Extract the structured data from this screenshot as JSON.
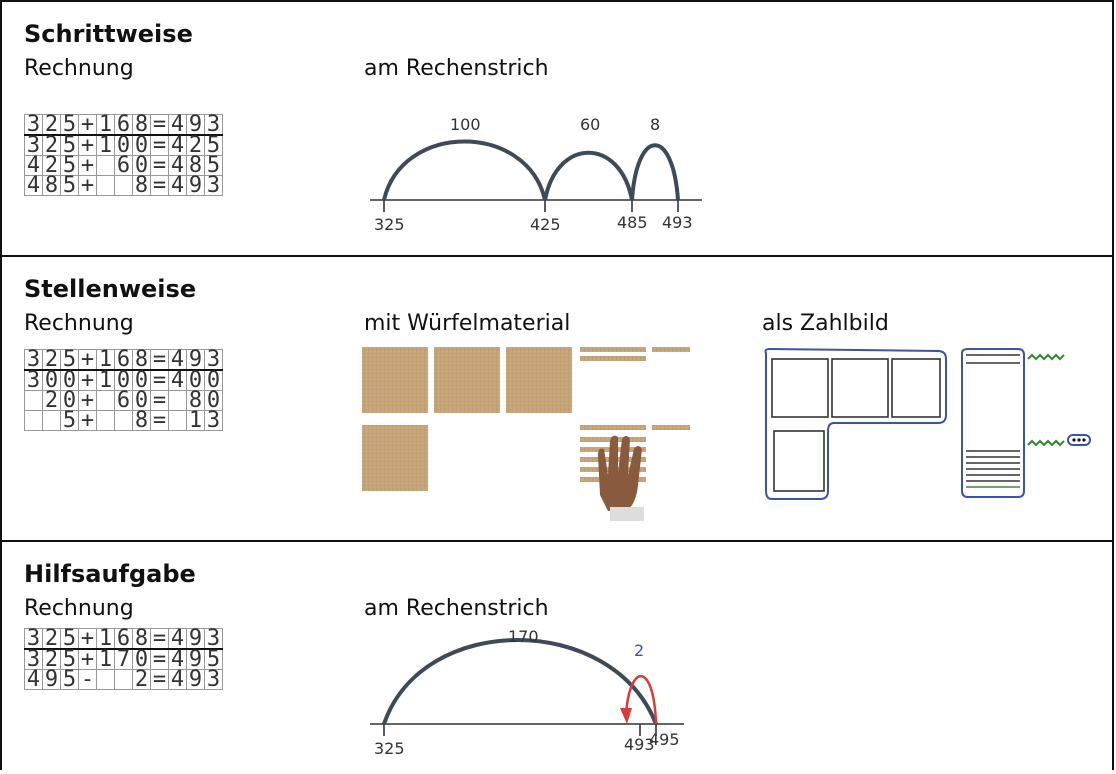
{
  "sections": [
    {
      "title": "Schrittweise",
      "left_label": "Rechnung",
      "middle_label": "am Rechenstrich",
      "rows": [
        [
          "3",
          "2",
          "5",
          "+",
          "1",
          "6",
          "8",
          "=",
          "4",
          "9",
          "3"
        ],
        [
          "3",
          "2",
          "5",
          "+",
          "1",
          "0",
          "0",
          "=",
          "4",
          "2",
          "5"
        ],
        [
          "4",
          "2",
          "5",
          "+",
          "",
          "6",
          "0",
          "=",
          "4",
          "8",
          "5"
        ],
        [
          "4",
          "8",
          "5",
          "+",
          "",
          "",
          "8",
          "=",
          "4",
          "9",
          "3"
        ]
      ],
      "numberline": {
        "ticks": [
          "325",
          "425",
          "485",
          "493"
        ],
        "jumps": [
          "100",
          "60",
          "8"
        ]
      }
    },
    {
      "title": "Stellenweise",
      "left_label": "Rechnung",
      "middle_label": "mit Würfelmaterial",
      "right_label": "als Zahlbild",
      "rows": [
        [
          "3",
          "2",
          "5",
          "+",
          "1",
          "6",
          "8",
          "=",
          "4",
          "9",
          "3"
        ],
        [
          "3",
          "0",
          "0",
          "+",
          "1",
          "0",
          "0",
          "=",
          "4",
          "0",
          "0"
        ],
        [
          "",
          "2",
          "0",
          "+",
          "",
          "6",
          "0",
          "=",
          "",
          "8",
          "0"
        ],
        [
          "",
          "",
          "5",
          "+",
          "",
          "",
          "8",
          "=",
          "",
          "1",
          "3"
        ]
      ]
    },
    {
      "title": "Hilfsaufgabe",
      "left_label": "Rechnung",
      "middle_label": "am Rechenstrich",
      "rows": [
        [
          "3",
          "2",
          "5",
          "+",
          "1",
          "6",
          "8",
          "=",
          "4",
          "9",
          "3"
        ],
        [
          "3",
          "2",
          "5",
          "+",
          "1",
          "7",
          "0",
          "=",
          "4",
          "9",
          "5"
        ],
        [
          "4",
          "9",
          "5",
          "-",
          "",
          "",
          "2",
          "=",
          "4",
          "9",
          "3"
        ]
      ],
      "numberline": {
        "ticks": [
          "325",
          "493",
          "495"
        ],
        "jumps": [
          "170",
          "2"
        ]
      }
    }
  ],
  "colors": {
    "arc": "#3d4a5a",
    "back_arrow": "#d93a3a",
    "base_ten": "#c9a77c",
    "zahlbild_frame": "#3a55a8",
    "green_marks": "#3a8a3a"
  }
}
